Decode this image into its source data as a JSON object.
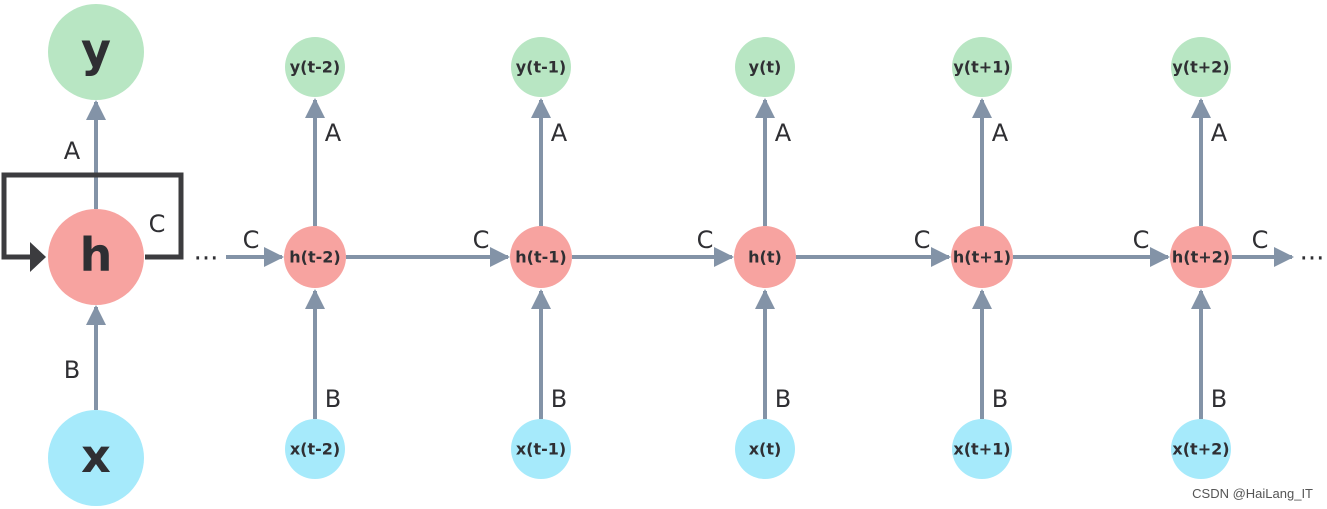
{
  "colors": {
    "output": "#b8e6c3",
    "hidden": "#f7a3a0",
    "input": "#a6eafb",
    "arrow": "#8393a7",
    "loop": "#3c3c3f",
    "text": "#2f2f33"
  },
  "folded": {
    "output_label": "y",
    "hidden_label": "h",
    "input_label": "x",
    "edge_output": "A",
    "edge_input": "B",
    "edge_loop": "C"
  },
  "unrolled": {
    "steps": [
      {
        "output": "y(t-2)",
        "hidden": "h(t-2)",
        "input": "x(t-2)"
      },
      {
        "output": "y(t-1)",
        "hidden": "h(t-1)",
        "input": "x(t-1)"
      },
      {
        "output": "y(t)",
        "hidden": "h(t)",
        "input": "x(t)"
      },
      {
        "output": "y(t+1)",
        "hidden": "h(t+1)",
        "input": "x(t+1)"
      },
      {
        "output": "y(t+2)",
        "hidden": "h(t+2)",
        "input": "x(t+2)"
      }
    ],
    "edge_output": "A",
    "edge_input": "B",
    "edge_recurrent": "C",
    "ellipsis": "···"
  },
  "watermark": "CSDN @HaiLang_IT"
}
